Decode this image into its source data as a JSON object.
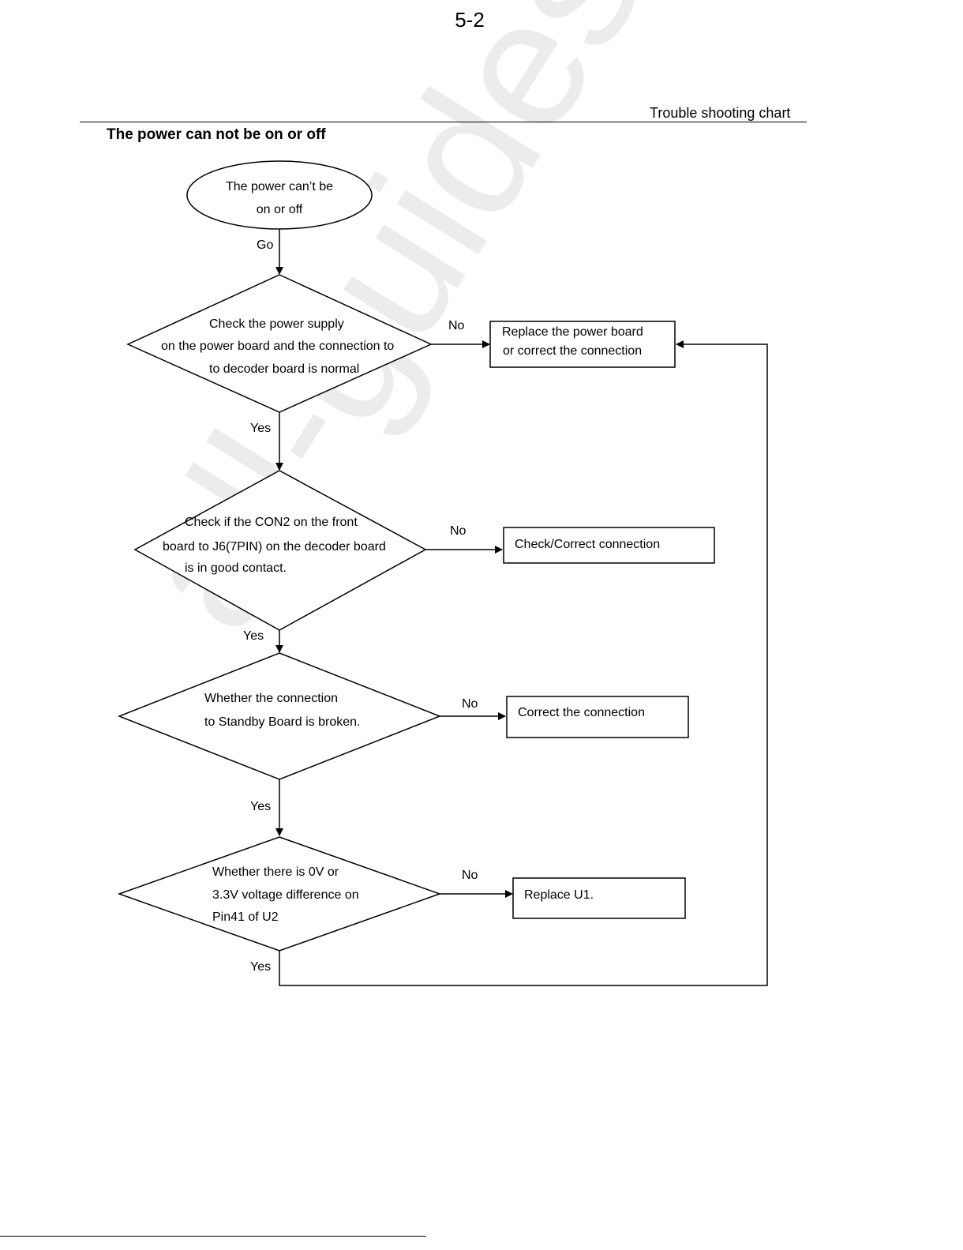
{
  "header": {
    "page_number": "5-2",
    "section_label": "Trouble shooting chart",
    "chart_title": "The power can not be on or off"
  },
  "watermark": "all-guides.com",
  "start": {
    "line1": "The power can’t be",
    "line2": "on or off"
  },
  "decisions": [
    {
      "lines": [
        "Check the power supply",
        "on  the  power  board   and  the  connection  to",
        "to decoder board is normal"
      ],
      "yes_label": "Yes",
      "no_label": "No"
    },
    {
      "lines": [
        "Check if the CON2  on the front",
        "board to J6(7PIN) on the decoder board",
        "is in good contact."
      ],
      "yes_label": "Yes",
      "no_label": "No"
    },
    {
      "lines": [
        "Whether  the  connection",
        "to Standby  Board is broken."
      ],
      "yes_label": "Yes",
      "no_label": "No"
    },
    {
      "lines": [
        "Whether there is 0V or",
        "3.3V voltage difference on",
        "Pin41 of  U2"
      ],
      "yes_label": "Yes",
      "no_label": "No"
    }
  ],
  "actions": [
    {
      "lines": [
        "Replace the power board",
        "or correct the connection"
      ]
    },
    {
      "lines": [
        "Check/Correct connection"
      ]
    },
    {
      "lines": [
        "Correct the connection"
      ]
    },
    {
      "lines": [
        "Replace U1."
      ]
    }
  ],
  "edges": {
    "go_label": "Go"
  }
}
